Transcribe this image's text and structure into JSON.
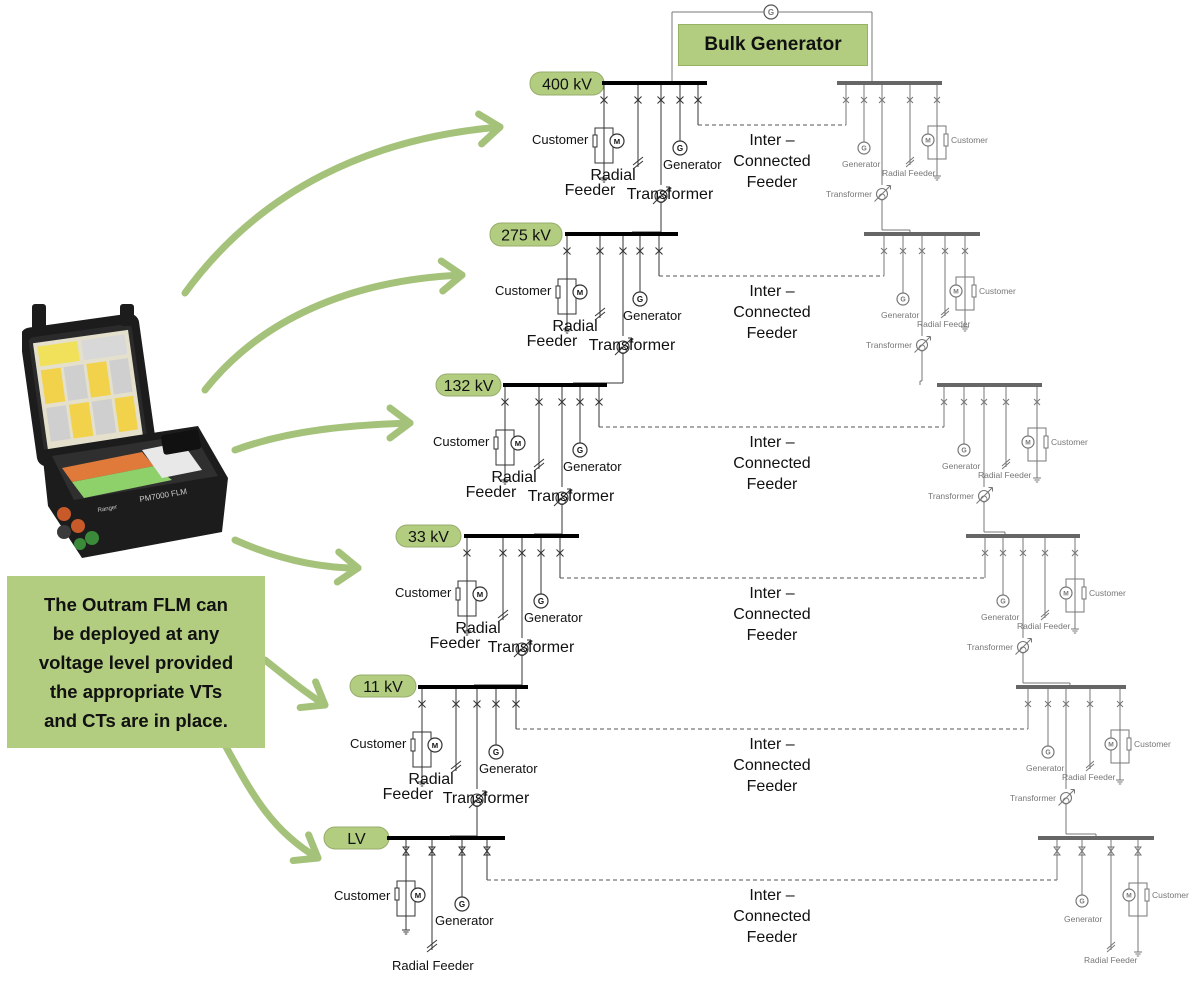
{
  "title": "Bulk Generator",
  "note": "The Outram FLM can\nbe deployed at any\nvoltage level provided\nthe appropriate VTs\nand CTs are in place.",
  "device": {
    "model": "PM7000 FLM",
    "brand": "Ranger"
  },
  "labels": {
    "customer": "Customer",
    "radial": "Radial",
    "feeder": "Feeder",
    "radial_feeder": "Radial Feeder",
    "generator": "Generator",
    "transformer": "Transformer",
    "inter1": "Inter –",
    "inter2": "Connected",
    "inter3": "Feeder",
    "motor": "M",
    "gen_symbol": "G"
  },
  "levels": [
    {
      "label": "400 kV"
    },
    {
      "label": "275 kV"
    },
    {
      "label": "132 kV"
    },
    {
      "label": "33 kV"
    },
    {
      "label": "11 kV"
    },
    {
      "label": "LV"
    }
  ],
  "colors": {
    "level_badge": "#b2cc80",
    "arrow": "#a5c27a",
    "busbar": "#000000",
    "busbar_remote": "#666666",
    "remote_symbols": "#777777",
    "device_body": "#1c1c1c"
  }
}
